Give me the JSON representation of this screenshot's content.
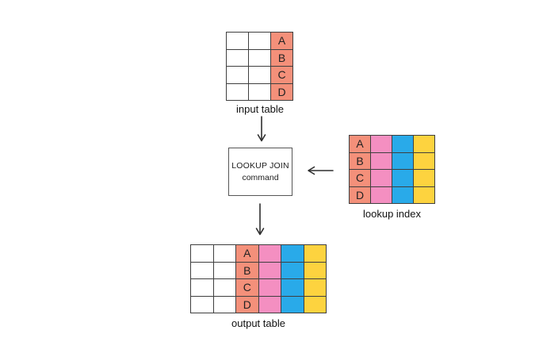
{
  "diagram": {
    "input_table": {
      "label": "input table",
      "columns": 3,
      "rows": 4,
      "key_values": [
        "A",
        "B",
        "C",
        "D"
      ]
    },
    "command_box": {
      "line1": "LOOKUP JOIN",
      "line2": "command"
    },
    "lookup_index": {
      "label": "lookup index",
      "columns": 4,
      "rows": 4,
      "key_values": [
        "A",
        "B",
        "C",
        "D"
      ]
    },
    "output_table": {
      "label": "output table",
      "columns": 6,
      "rows": 4,
      "key_values": [
        "A",
        "B",
        "C",
        "D"
      ]
    },
    "colors": {
      "key_column": "#f4907a",
      "pink_column": "#f48fc1",
      "blue_column": "#29aae9",
      "yellow_column": "#fdd33f",
      "border": "#3f3f3f",
      "arrow": "#2e2e2e"
    }
  }
}
